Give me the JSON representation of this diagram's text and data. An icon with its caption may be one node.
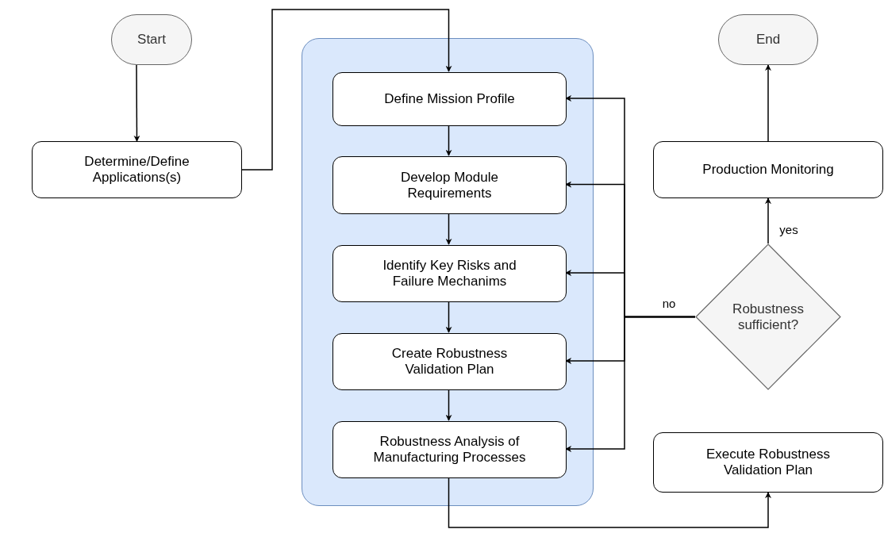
{
  "diagram": {
    "nodes": [
      {
        "text": [
          "Start"
        ]
      },
      {
        "text": [
          "Determine/Define Applications(s)"
        ]
      },
      {
        "text": [],
        "shape": "box"
      },
      {
        "text": [
          "Define Mission Profile"
        ],
        "in": 2
      },
      {
        "text": [
          "Develop Module Requirements"
        ],
        "in": 2
      },
      {
        "text": [
          "Identify Key Risks and Failure Mechanims"
        ],
        "in": 2
      },
      {
        "text": [
          "Create Robustness Validation Plan"
        ],
        "in": 2
      },
      {
        "text": [
          "Robustness Analysis of Manufacturing Processes"
        ],
        "in": 2
      },
      {
        "text": [
          "End"
        ]
      },
      {
        "text": [
          "Production Monitoring"
        ]
      },
      {
        "text": [
          "Robustness sufficient?"
        ]
      },
      {
        "text": [
          "Execute Robustness Validation Plan"
        ]
      }
    ],
    "edges": [
      {
        "from": 0,
        "to": 1,
        "arrow": "to"
      },
      {
        "from": 1,
        "to": 3,
        "arrow": "to"
      },
      {
        "from": 3,
        "to": 4,
        "arrow": "to"
      },
      {
        "from": 4,
        "to": 5,
        "arrow": "to"
      },
      {
        "from": 5,
        "to": 6,
        "arrow": "to"
      },
      {
        "from": 6,
        "to": 7,
        "arrow": "to"
      },
      {
        "from": 7,
        "to": 11,
        "arrow": "to"
      },
      {
        "from": 10,
        "to": 9,
        "label": "yes",
        "arrow": "to"
      },
      {
        "from": 9,
        "to": 8,
        "arrow": "to"
      },
      {
        "from": 10,
        "to": 3,
        "label": "no",
        "arrow": "to"
      },
      {
        "from": 10,
        "to": 4,
        "arrow": "to"
      },
      {
        "from": 10,
        "to": 5,
        "arrow": "to"
      },
      {
        "from": 10,
        "to": 6,
        "arrow": "to"
      },
      {
        "from": 10,
        "to": 7,
        "arrow": "to"
      }
    ]
  }
}
